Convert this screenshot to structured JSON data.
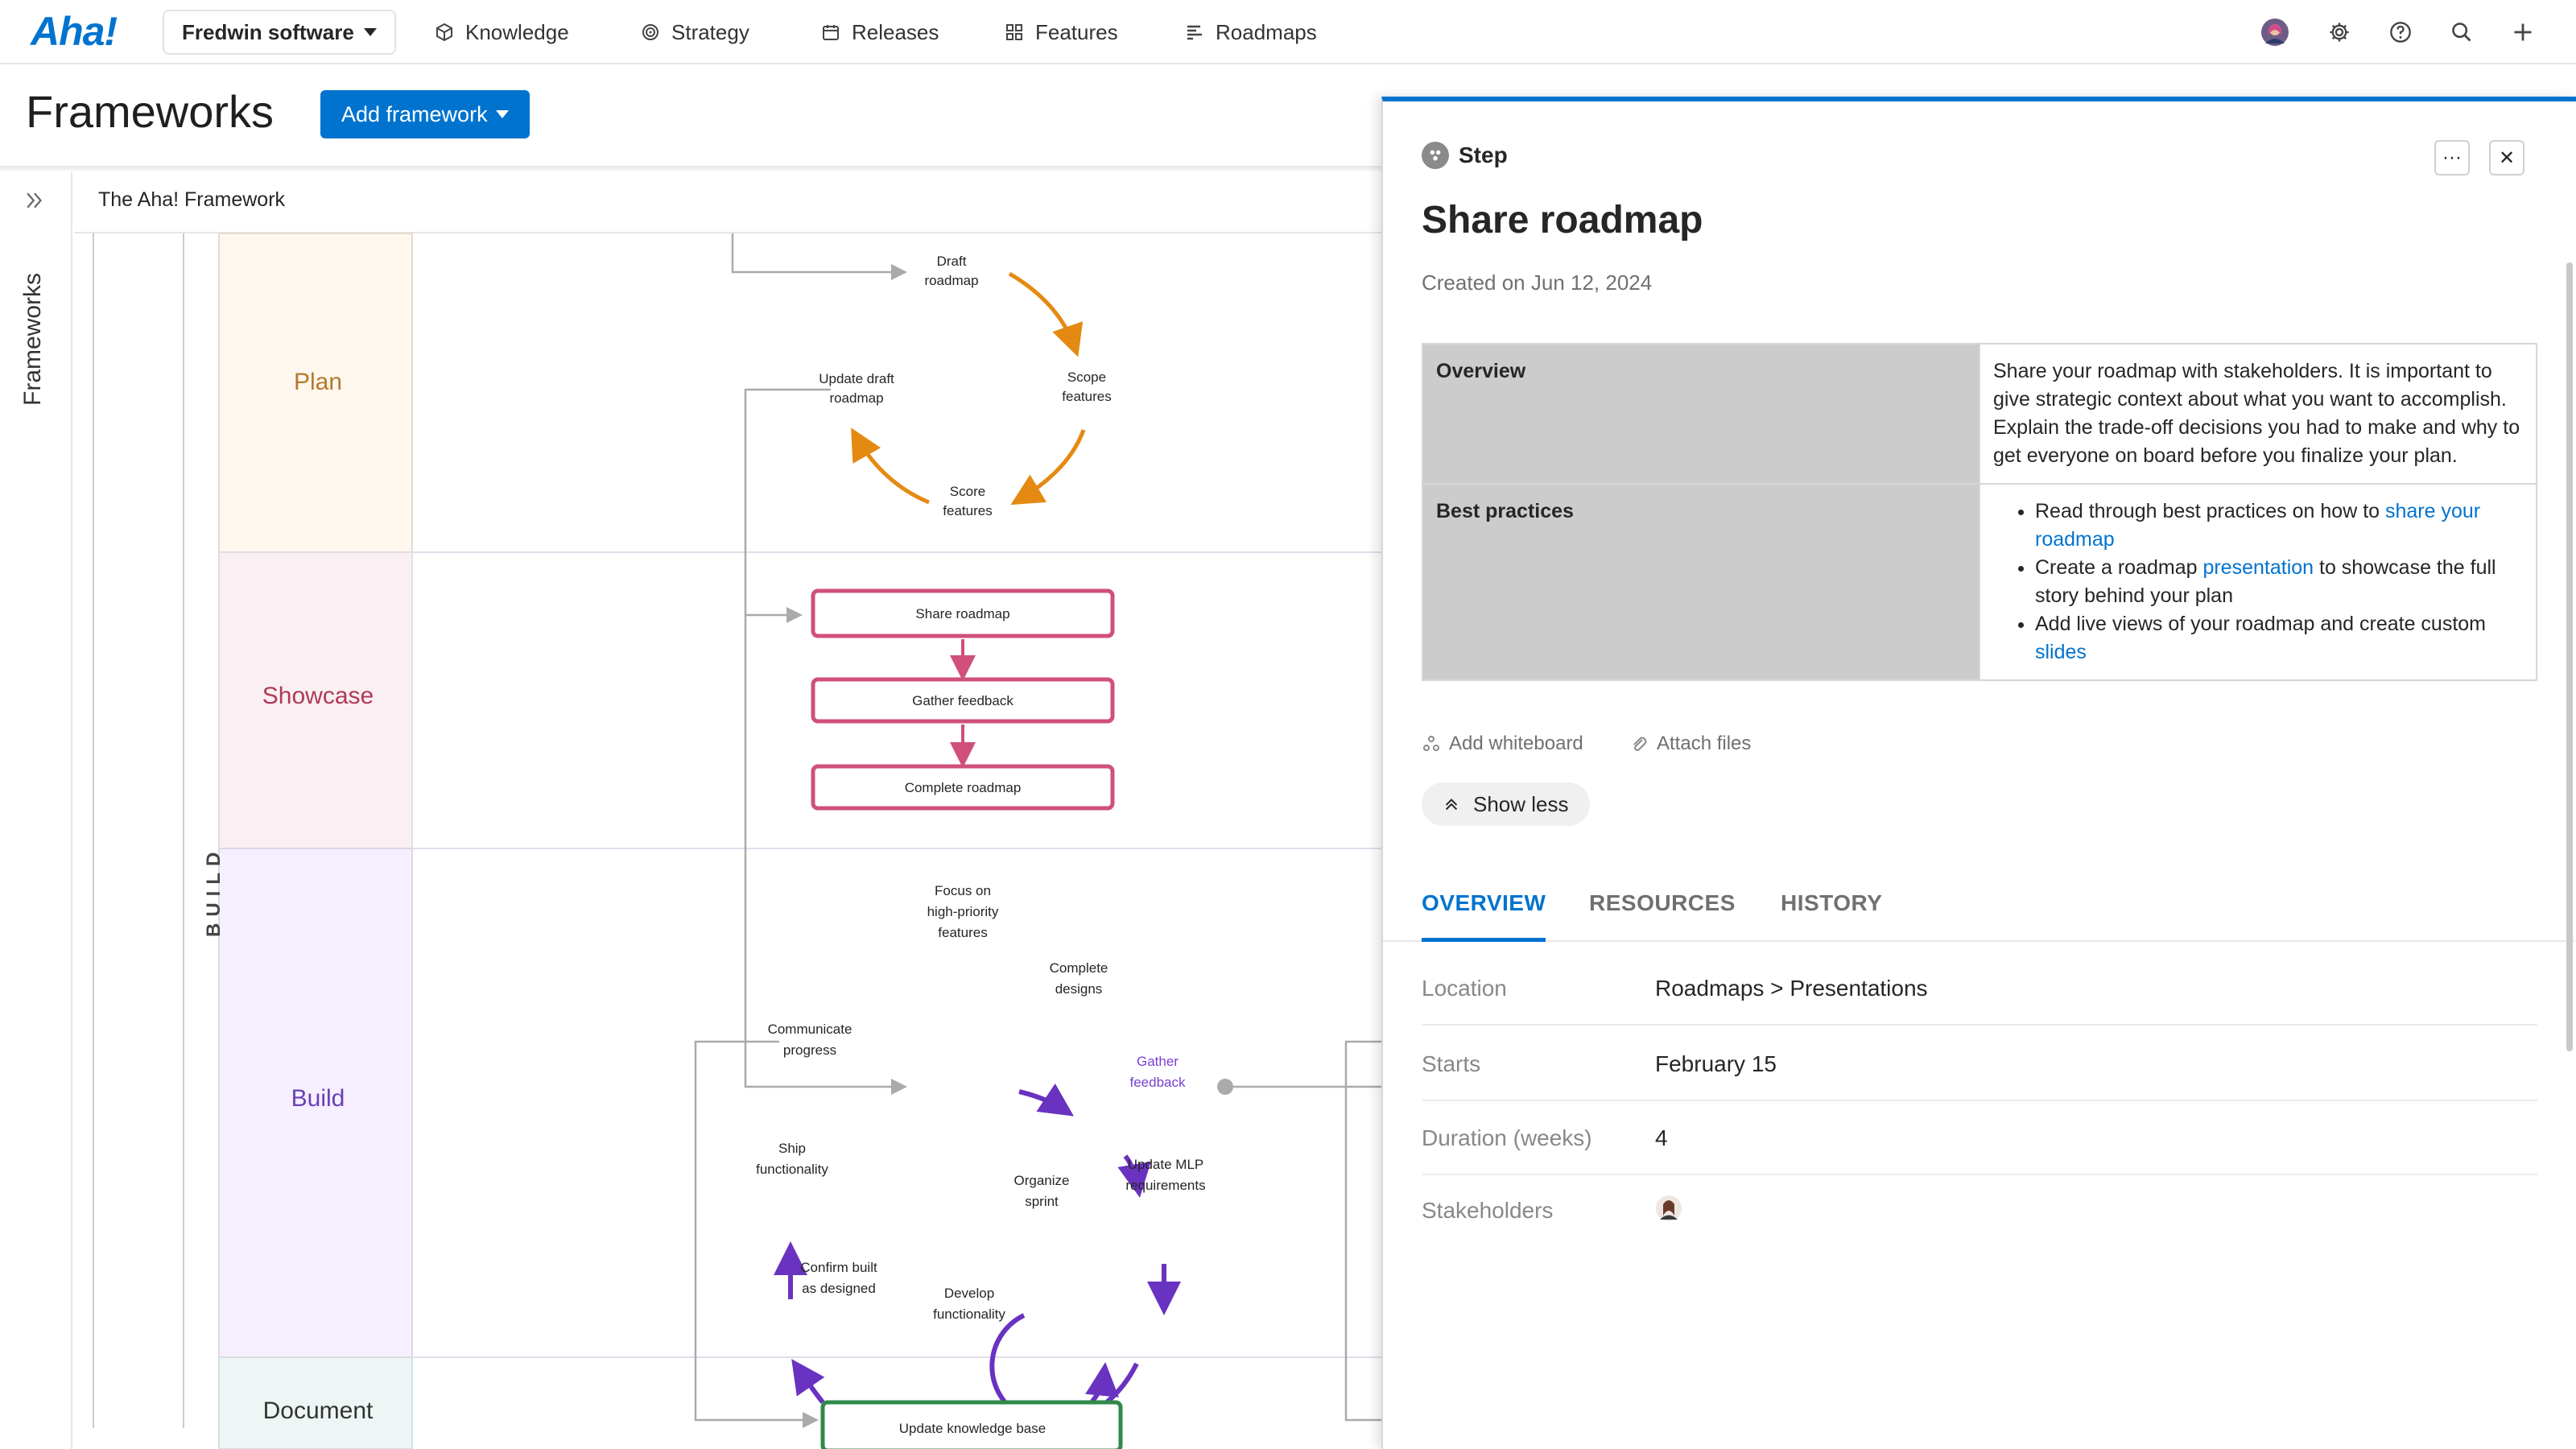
{
  "app": {
    "logo": "Aha!",
    "workspace": "Fredwin software"
  },
  "nav": {
    "items": [
      {
        "label": "Knowledge",
        "icon": "cube-icon"
      },
      {
        "label": "Strategy",
        "icon": "target-icon"
      },
      {
        "label": "Releases",
        "icon": "calendar-icon"
      },
      {
        "label": "Features",
        "icon": "grid-icon"
      },
      {
        "label": "Roadmaps",
        "icon": "roadmap-icon"
      }
    ]
  },
  "page": {
    "title": "Frameworks",
    "add_button": "Add framework"
  },
  "rail": {
    "label": "Frameworks"
  },
  "canvas": {
    "title": "The Aha! Framework",
    "section": "BUILD",
    "lanes": [
      "Plan",
      "Showcase",
      "Build",
      "Document"
    ],
    "lane_colors": {
      "plan": "#b57a2b",
      "showcase": "#b03a56",
      "build": "#6a3fb5",
      "document": "#333333"
    },
    "plan_nodes": {
      "draft": [
        "Draft",
        "roadmap"
      ],
      "scope": [
        "Scope",
        "features"
      ],
      "score": [
        "Score",
        "features"
      ],
      "update": [
        "Update draft",
        "roadmap"
      ]
    },
    "showcase_nodes": [
      "Share roadmap",
      "Gather feedback",
      "Complete roadmap"
    ],
    "build_nodes": {
      "focus": [
        "Focus on",
        "high-priority",
        "features"
      ],
      "designs": [
        "Complete",
        "designs"
      ],
      "gather": [
        "Gather",
        "feedback"
      ],
      "mlp": [
        "Update MLP",
        "requirements"
      ],
      "organize": [
        "Organize",
        "sprint"
      ],
      "develop": [
        "Develop",
        "functionality"
      ],
      "confirm": [
        "Confirm built",
        "as designed"
      ],
      "ship": [
        "Ship",
        "functionality"
      ],
      "communicate": [
        "Communicate",
        "progress"
      ]
    },
    "document_node": "Update knowledge base"
  },
  "panel": {
    "type": "Step",
    "title": "Share roadmap",
    "created": "Created on Jun 12, 2024",
    "overview_label": "Overview",
    "overview_text": "Share your roadmap with stakeholders. It is important to give strategic context about what you want to accomplish. Explain the trade-off decisions you had to make and why to get everyone on board before you finalize your plan.",
    "best_label": "Best practices",
    "best": [
      {
        "text": "Read through best practices on how to ",
        "link": "share your roadmap",
        "after": ""
      },
      {
        "text": "Create a roadmap ",
        "link": "presentation",
        "after": " to showcase the full story behind your plan"
      },
      {
        "text": "Add live views of your roadmap and create custom ",
        "link": "slides",
        "after": ""
      }
    ],
    "add_whiteboard": "Add whiteboard",
    "attach_files": "Attach files",
    "show_less": "Show less",
    "tabs": [
      "OVERVIEW",
      "RESOURCES",
      "HISTORY"
    ],
    "fields": [
      {
        "label": "Location",
        "value": "Roadmaps > Presentations"
      },
      {
        "label": "Starts",
        "value": "February 15"
      },
      {
        "label": "Duration (weeks)",
        "value": "4"
      },
      {
        "label": "Stakeholders",
        "value": ""
      }
    ],
    "more_icon": "more-icon",
    "close_icon": "close-icon",
    "accent": "#0073cf"
  }
}
